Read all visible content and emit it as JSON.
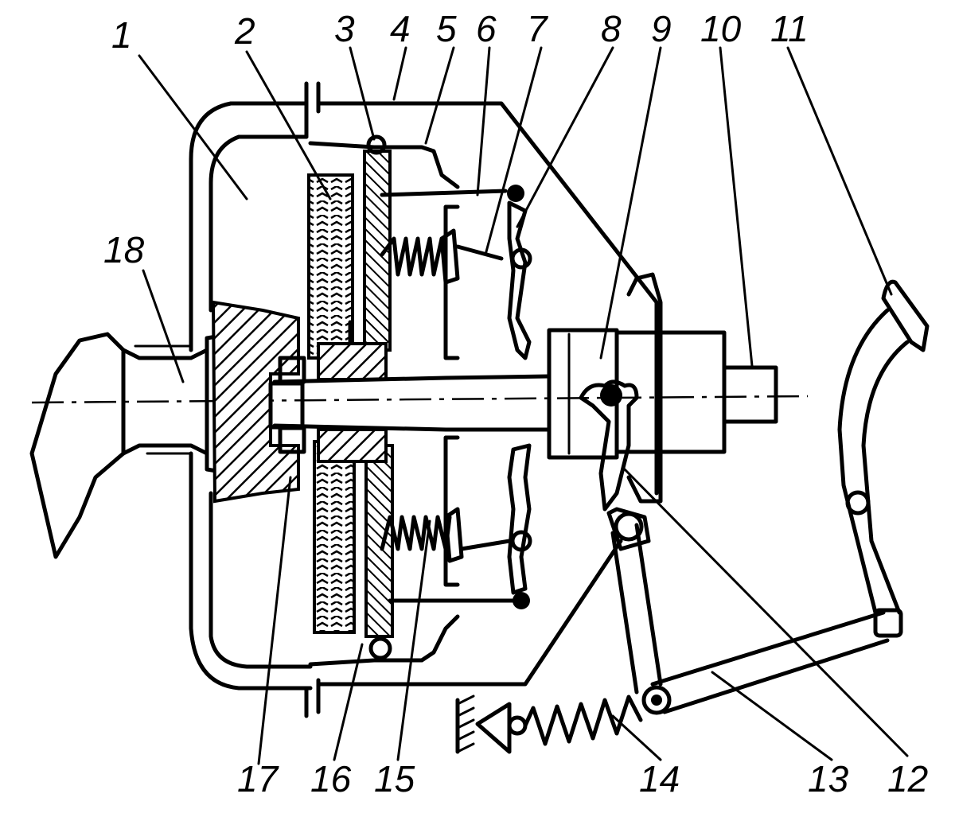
{
  "labels": [
    {
      "id": "1",
      "text": "1"
    },
    {
      "id": "2",
      "text": "2"
    },
    {
      "id": "3",
      "text": "3"
    },
    {
      "id": "4",
      "text": "4"
    },
    {
      "id": "5",
      "text": "5"
    },
    {
      "id": "6",
      "text": "6"
    },
    {
      "id": "7",
      "text": "7"
    },
    {
      "id": "8",
      "text": "8"
    },
    {
      "id": "9",
      "text": "9"
    },
    {
      "id": "10",
      "text": "10"
    },
    {
      "id": "11",
      "text": "11"
    },
    {
      "id": "12",
      "text": "12"
    },
    {
      "id": "13",
      "text": "13"
    },
    {
      "id": "14",
      "text": "14"
    },
    {
      "id": "15",
      "text": "15"
    },
    {
      "id": "16",
      "text": "16"
    },
    {
      "id": "17",
      "text": "17"
    },
    {
      "id": "18",
      "text": "18"
    }
  ]
}
